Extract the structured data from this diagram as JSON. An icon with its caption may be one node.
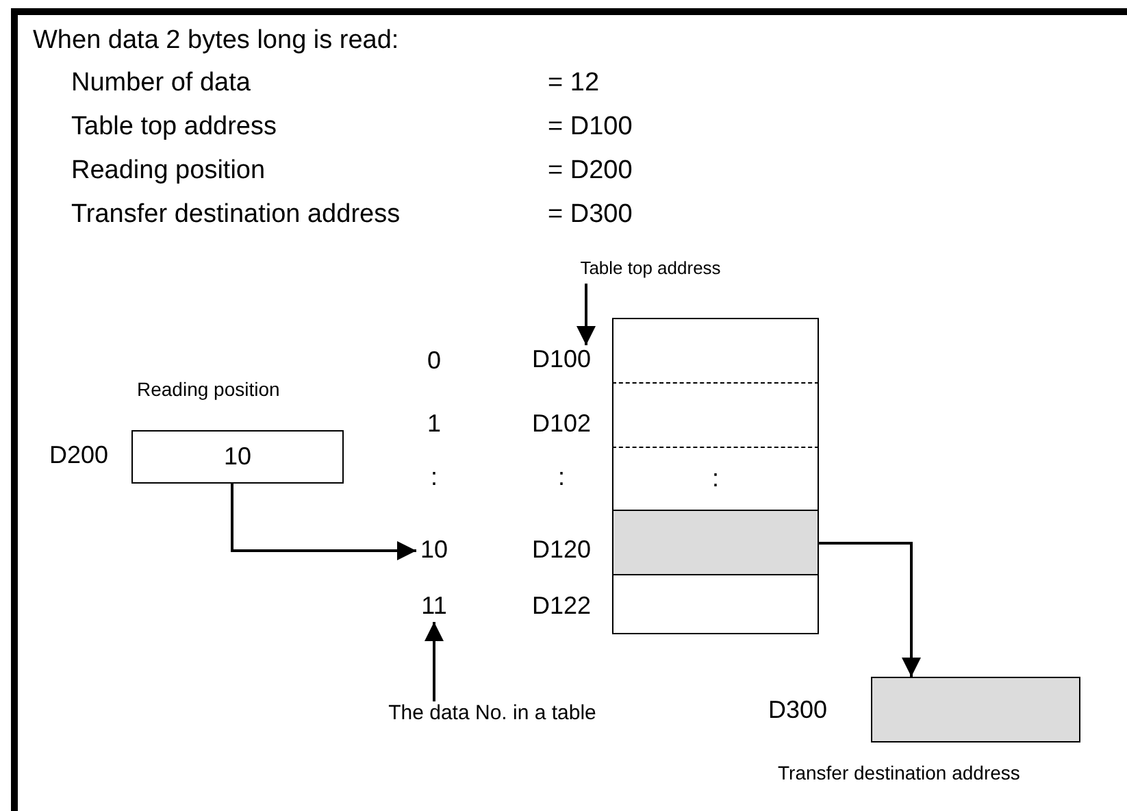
{
  "diagram": {
    "nodes": [
      {
        "text": [
          "10"
        ],
        "beside": [
          "Reading position",
          "D200"
        ]
      },
      {
        "text": [
          "Table top address"
        ]
      },
      {
        "text": [
          "D100"
        ]
      },
      {
        "text": [
          "10"
        ]
      },
      {
        "text": [
          "11"
        ]
      },
      {
        "text": [
          "The data No. in a table"
        ]
      },
      {
        "text": [],
        "shape": "box"
      },
      {
        "text": [],
        "shape": "box"
      },
      {
        "text": [
          ":"
        ]
      },
      {
        "text": [],
        "shape": "box"
      },
      {
        "text": [],
        "shape": "box"
      },
      {
        "text": [],
        "shape": "box",
        "beside": [
          "D300",
          "Transfer destination address"
        ]
      }
    ],
    "edges": [
      {
        "from": 0,
        "to": 3,
        "arrow": "to"
      },
      {
        "from": 1,
        "to": 2,
        "arrow": "to"
      },
      {
        "from": 5,
        "to": 4,
        "arrow": "to"
      },
      {
        "from": 9,
        "to": 11,
        "arrow": "to"
      }
    ],
    "labels": [
      "When data 2 bytes long is read:",
      "Number of data",
      "= 12",
      "Table top address",
      "= D100",
      "Reading position",
      "= D200",
      "Transfer destination address",
      "= D300",
      "0",
      "1",
      "D102",
      ":",
      ":",
      "D120",
      "D122"
    ]
  }
}
